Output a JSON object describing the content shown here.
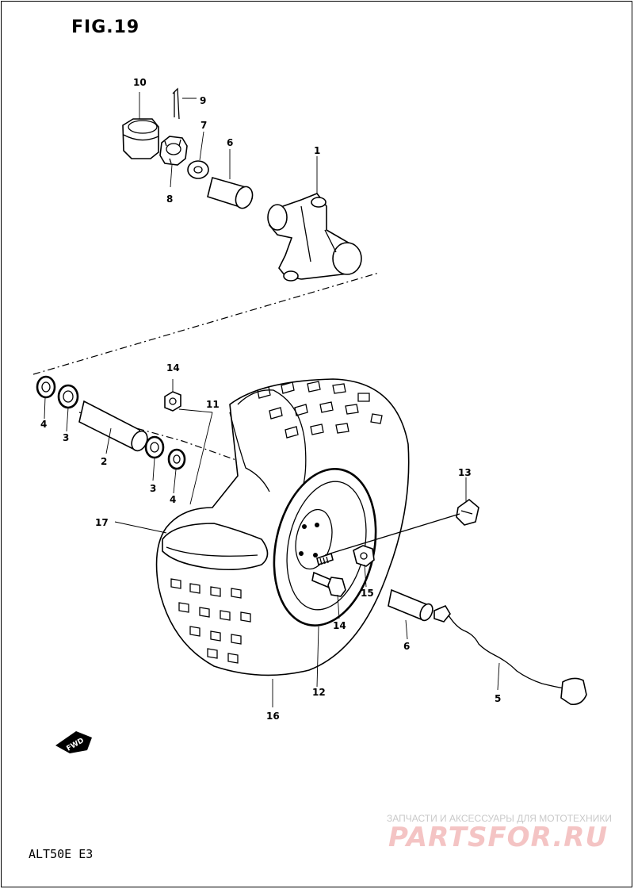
{
  "figure_title": "FIG.19",
  "drawing_code": "ALT50E E3",
  "fwd_arrow_text": "FWD",
  "watermark": {
    "tagline": "ЗАПЧАСТИ И АКСЕССУАРЫ ДЛЯ МОТОТЕХНИКИ",
    "logo": "PARTSFOR.RU"
  },
  "part_labels": [
    "1",
    "2",
    "3",
    "3",
    "4",
    "4",
    "5",
    "6",
    "6",
    "7",
    "8",
    "9",
    "10",
    "11",
    "12",
    "13",
    "14",
    "14",
    "15",
    "16",
    "17"
  ]
}
